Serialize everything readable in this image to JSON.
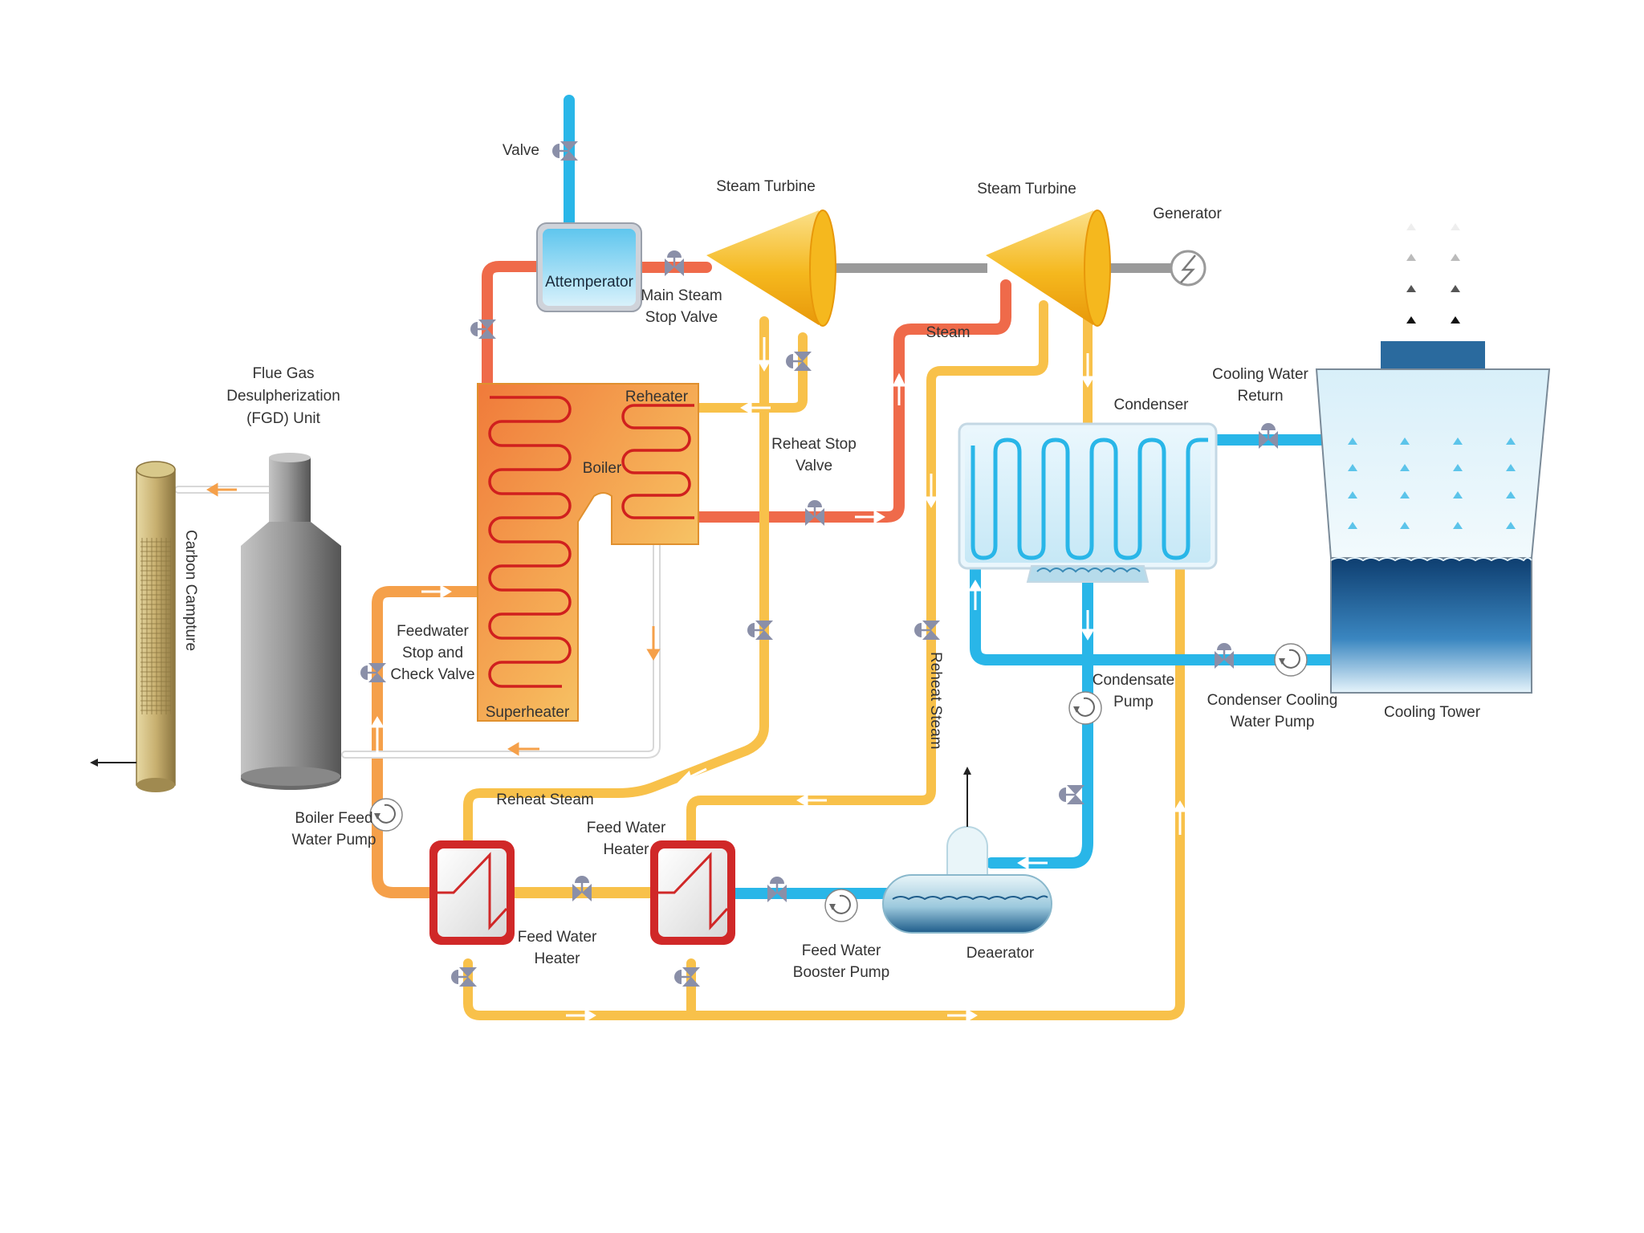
{
  "labels": {
    "valve": "Valve",
    "attemperator": "Attemperator",
    "main_steam_stop_valve_1": "Main Steam",
    "main_steam_stop_valve_2": "Stop Valve",
    "steam_turbine_hp": "Steam Turbine",
    "steam_turbine_lp": "Steam Turbine",
    "generator": "Generator",
    "fgd_1": "Flue Gas",
    "fgd_2": "Desulpherization",
    "fgd_3": "(FGD) Unit",
    "reheater": "Reheater",
    "boiler": "Boiler",
    "superheater": "Superheater",
    "steam": "Steam",
    "reheat_stop_valve_1": "Reheat Stop",
    "reheat_stop_valve_2": "Valve",
    "condenser": "Condenser",
    "cooling_water_return_1": "Cooling Water",
    "cooling_water_return_2": "Return",
    "carbon_capture": "Carbon Campture",
    "feedwater_valve_1": "Feedwater",
    "feedwater_valve_2": "Stop and",
    "feedwater_valve_3": "Check Valve",
    "reheat_steam_vertical": "Reheat Steam",
    "reheat_steam_horizontal": "Reheat Steam",
    "condensate_pump_1": "Condensate",
    "condensate_pump_2": "Pump",
    "condenser_cooling_pump_1": "Condenser Cooling",
    "condenser_cooling_pump_2": "Water Pump",
    "cooling_tower": "Cooling Tower",
    "boiler_feed_pump_1": "Boiler Feed",
    "boiler_feed_pump_2": "Water Pump",
    "feed_water_heater_top_1": "Feed Water",
    "feed_water_heater_top_2": "Heater",
    "feed_water_heater_bottom_1": "Feed Water",
    "feed_water_heater_bottom_2": "Heater",
    "feed_water_booster_pump_1": "Feed Water",
    "feed_water_booster_pump_2": "Booster Pump",
    "deaerator": "Deaerator"
  },
  "colors": {
    "water_pipe": "#29b6e8",
    "steam_pipe": "#ef6a4a",
    "feedwater_pipe": "#f5a04a",
    "reheat_pipe": "#f8c14a",
    "turbine": "#f5b81e",
    "boiler_hot": "#f07a3a",
    "boiler_warm": "#f6e07a",
    "condenser_tube": "#29b6e8",
    "valve": "#8a8fa8",
    "fgd_body": "#8a8a8a",
    "carbon_capture": "#c8b070",
    "heater_frame": "#d02828",
    "cooling_tower_water": "#124a80"
  },
  "icons": {
    "valve": "valve-icon",
    "pump": "pump-icon",
    "generator": "generator-icon",
    "flow": "flow-arrow-icon",
    "exhaust": "exhaust-arrow-icon"
  }
}
